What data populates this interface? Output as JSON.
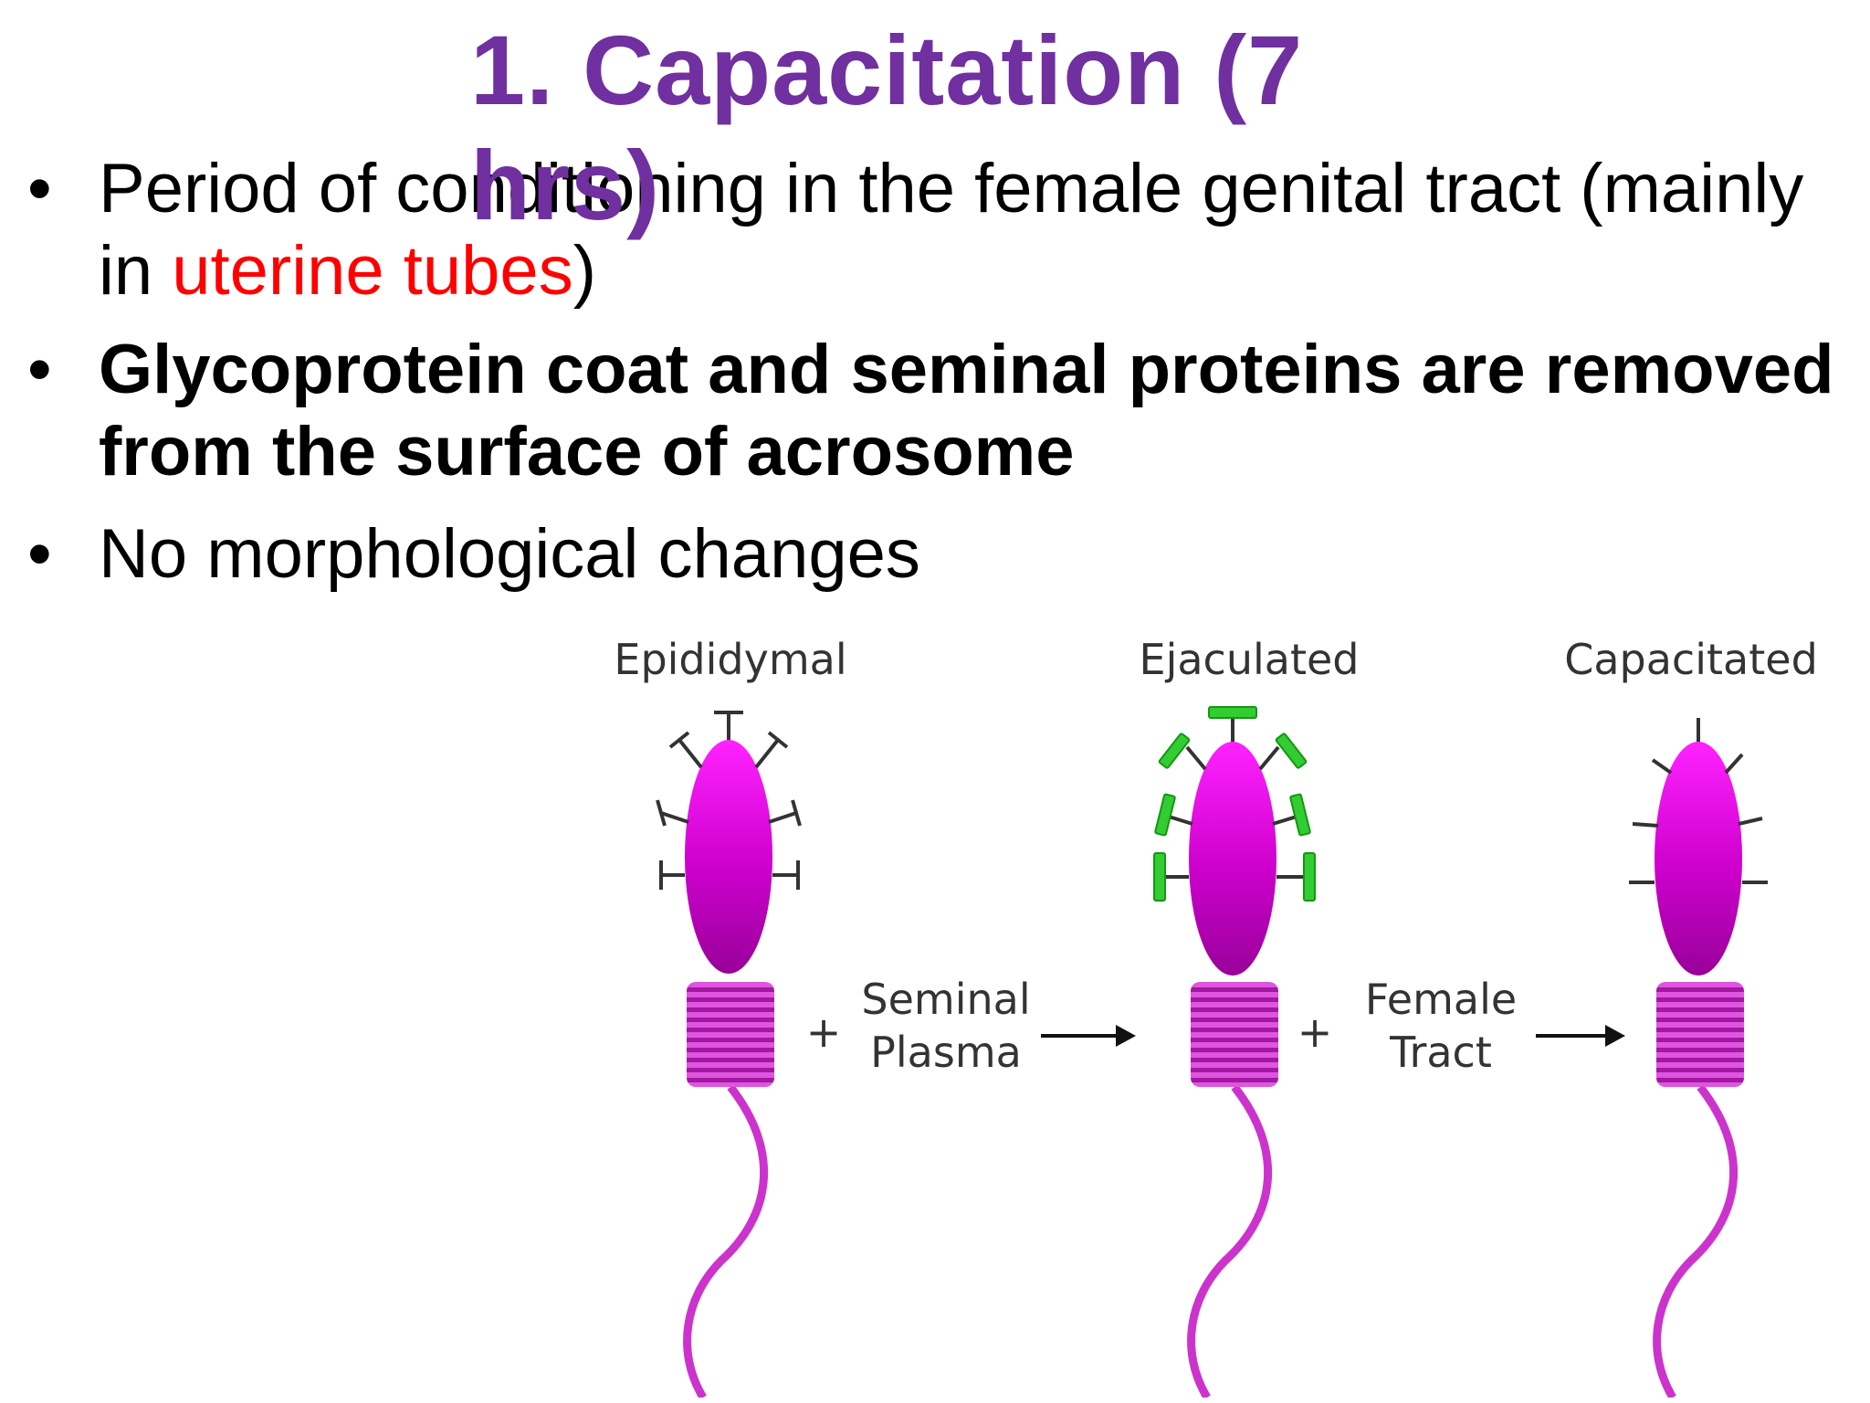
{
  "title": "1. Capacitation (7 hrs)",
  "bullets": {
    "b1_part1": "Period of conditioning in the female genital tract  (mainly in ",
    "b1_highlight": "uterine tubes",
    "b1_part2": ")",
    "b2": "Glycoprotein coat and seminal proteins are removed  from the surface of acrosome",
    "b3": "No morphological changes",
    "bullet_char": "•"
  },
  "diagram": {
    "stage1": "Epididymal",
    "stage2": "Ejaculated",
    "stage3": "Capacitated",
    "plus": "+",
    "step1_line1": "Seminal",
    "step1_line2": "Plasma",
    "step2_line1": "Female",
    "step2_line2": "Tract",
    "colors": {
      "head": "#cc00cc",
      "tail": "#cc33cc",
      "coat": "#33cc33",
      "title": "#7030a0",
      "highlight": "#ff0000"
    }
  }
}
